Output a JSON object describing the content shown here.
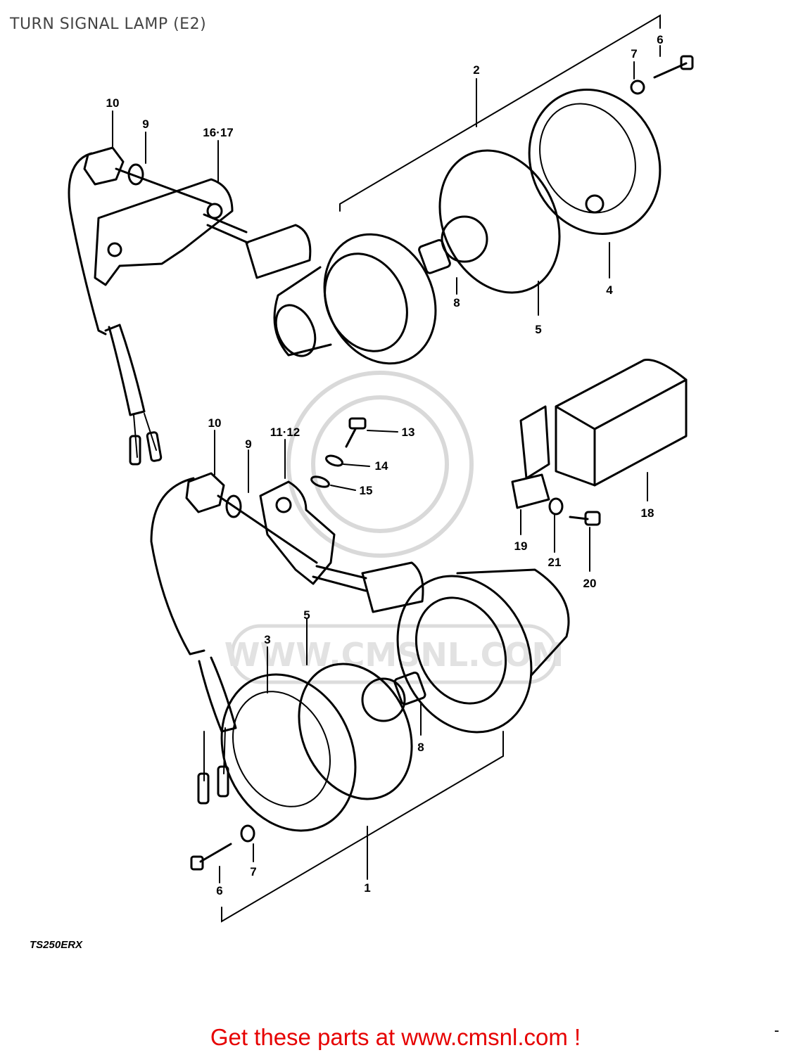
{
  "title": "TURN SIGNAL LAMP (E2)",
  "model_code": "TS250ERX",
  "watermark": "WWW.CMSNL.COM",
  "footer_link": "Get these parts at www.cmsnl.com !",
  "footer_dash": "-",
  "callouts": {
    "c2": "2",
    "c7a": "7",
    "c6a": "6",
    "c10a": "10",
    "c9a": "9",
    "c1617": "16·17",
    "c8a": "8",
    "c5a": "5",
    "c4": "4",
    "c10b": "10",
    "c9b": "9",
    "c1112": "11·12",
    "c13": "13",
    "c14": "14",
    "c15": "15",
    "c18": "18",
    "c19": "19",
    "c21": "21",
    "c20": "20",
    "c5b": "5",
    "c3": "3",
    "c8b": "8",
    "c7b": "7",
    "c6b": "6",
    "c1": "1"
  },
  "colors": {
    "footer": "#e60000",
    "title": "#444444",
    "line": "#000000",
    "watermark": "#d9d9d9"
  }
}
